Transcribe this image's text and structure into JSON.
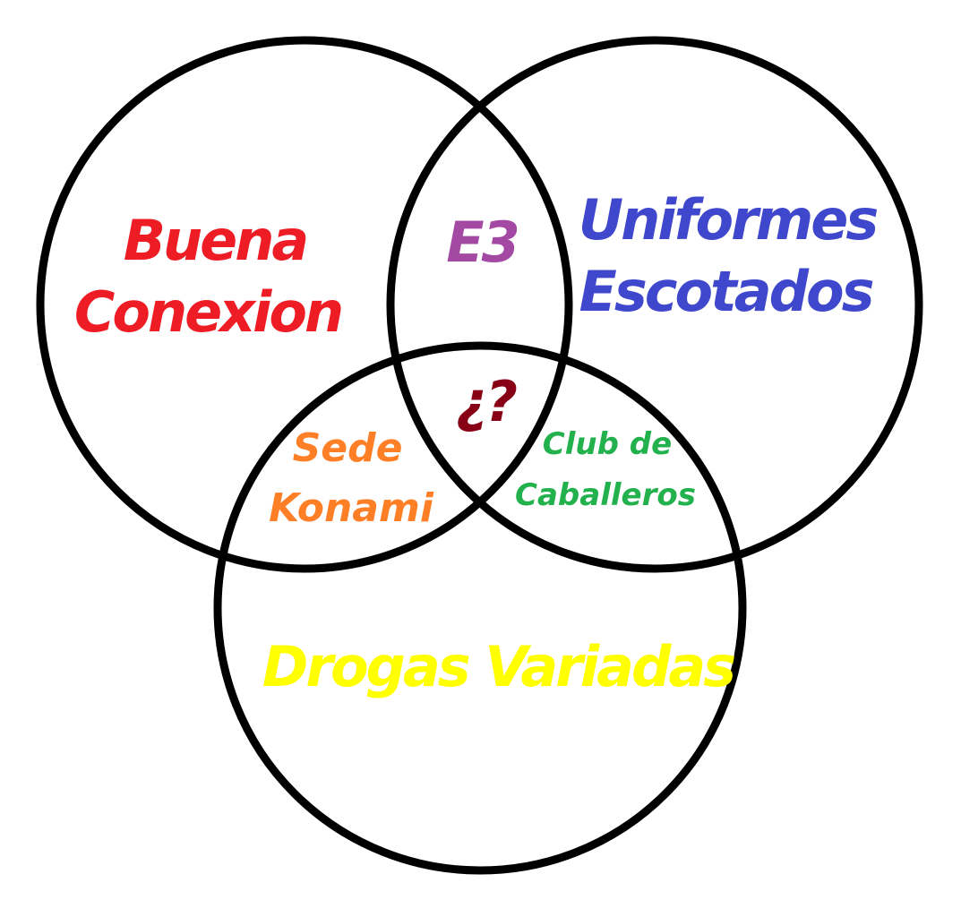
{
  "colors": {
    "outline": "#000000",
    "background": "#ffffff"
  },
  "circles": {
    "left": {
      "label_lines": [
        "Buena",
        "Conexion"
      ],
      "color": "#ee1c24"
    },
    "right": {
      "label_lines": [
        "Uniformes",
        "Escotados"
      ],
      "color": "#3f48cc"
    },
    "bottom": {
      "label_lines": [
        "Drogas Variadas"
      ],
      "color": "#ffff00"
    }
  },
  "intersections": {
    "left_right": {
      "label_lines": [
        "E3"
      ],
      "color": "#a349a4"
    },
    "left_bottom": {
      "label_lines": [
        "Sede",
        "Konami"
      ],
      "color": "#ff7f27"
    },
    "right_bottom": {
      "label_lines": [
        "Club de",
        "Caballeros"
      ],
      "color": "#22b14c"
    },
    "all_three": {
      "label_lines": [
        "¿?"
      ],
      "color": "#880015"
    }
  }
}
